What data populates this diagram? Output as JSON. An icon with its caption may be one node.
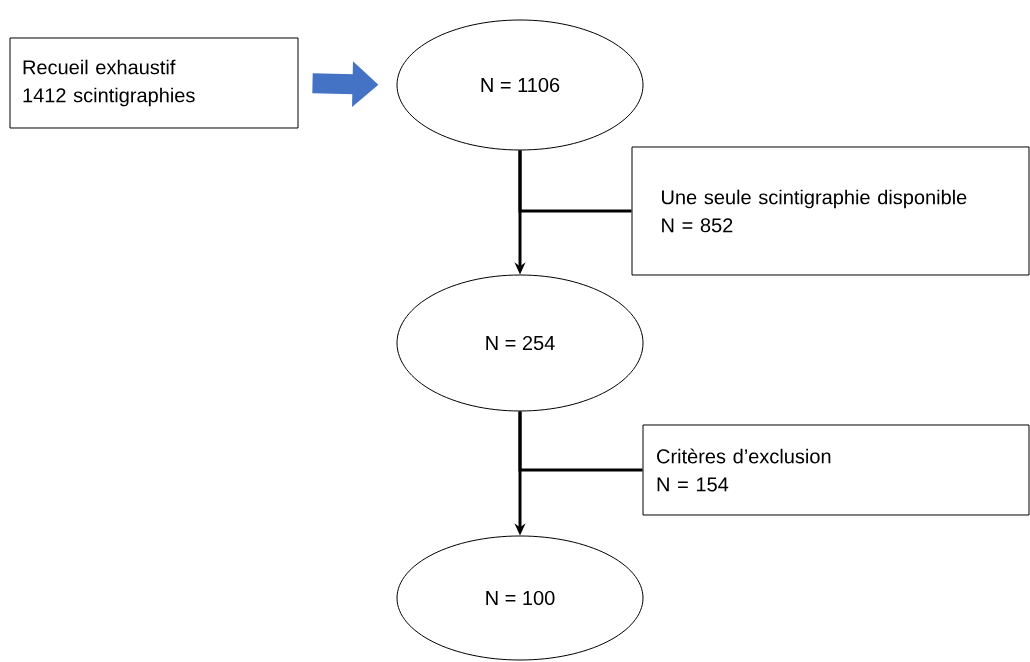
{
  "diagram": {
    "nodes": [
      {
        "text": [
          "Recueil exhaustif",
          "1412 scintigraphies"
        ]
      },
      {
        "text": [
          "N = 1106"
        ]
      },
      {
        "text": [
          "Une seule scintigraphie disponible",
          "N = 852"
        ]
      },
      {
        "text": [
          "N = 254"
        ]
      },
      {
        "text": [
          "Critères d’exclusion",
          "N = 154"
        ]
      },
      {
        "text": [
          "N = 100"
        ]
      }
    ],
    "edges": [
      {
        "from": 0,
        "to": 1,
        "arrow": "to",
        "style": "thick",
        "color": "#4472c4"
      },
      {
        "from": 1,
        "to": 3,
        "arrow": "to"
      },
      {
        "from": 1,
        "to": 2,
        "arrow": "none"
      },
      {
        "from": 3,
        "to": 5,
        "arrow": "to"
      },
      {
        "from": 3,
        "to": 4,
        "arrow": "none"
      }
    ]
  }
}
